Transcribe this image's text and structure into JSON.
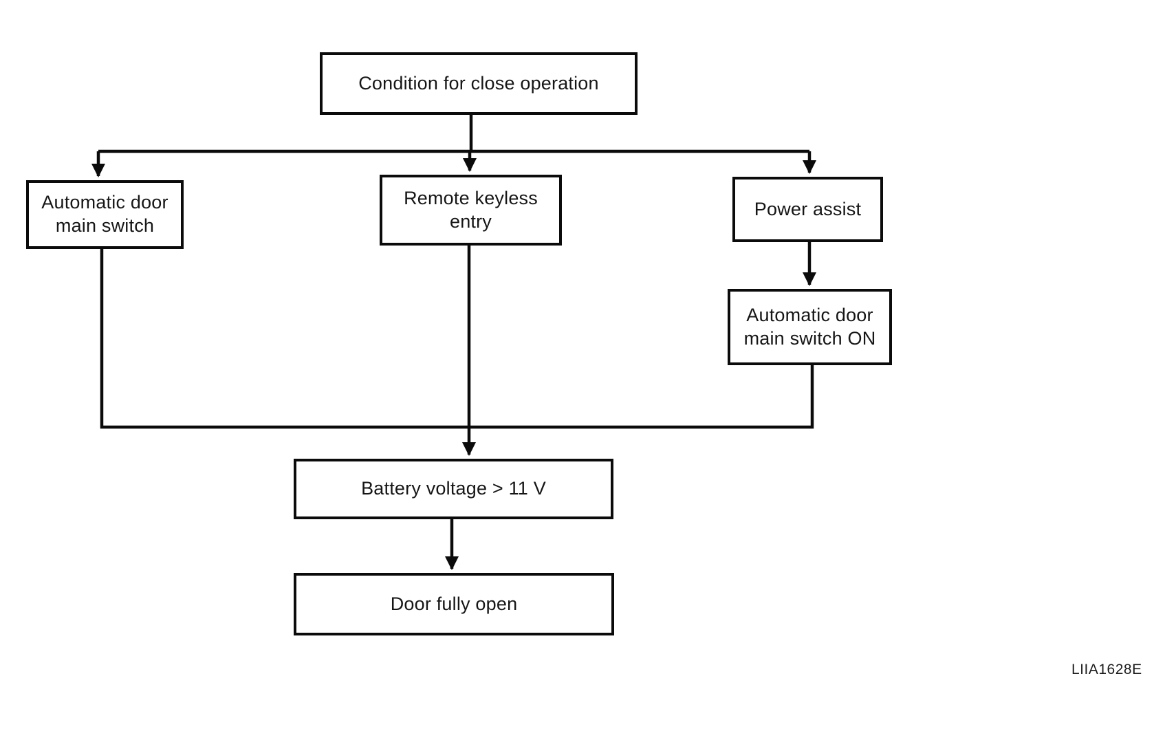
{
  "diagram": {
    "type": "flowchart",
    "figure_code": "LIIA1628E",
    "colors": {
      "background": "#ffffff",
      "line": "#0b0b0b",
      "box_border": "#0b0b0b",
      "text": "#161616"
    },
    "nodes": {
      "root": {
        "label": "Condition for close operation"
      },
      "auto_main_switch": {
        "label": "Automatic door main switch"
      },
      "remote_keyless": {
        "label": "Remote keyless entry"
      },
      "power_assist": {
        "label": "Power assist"
      },
      "main_switch_on": {
        "label": "Automatic door main switch ON"
      },
      "battery_voltage": {
        "label": "Battery voltage > 11 V"
      },
      "door_fully_open": {
        "label": "Door fully open"
      }
    },
    "edges": [
      {
        "from": "root",
        "to": "auto_main_switch"
      },
      {
        "from": "root",
        "to": "remote_keyless"
      },
      {
        "from": "root",
        "to": "power_assist"
      },
      {
        "from": "power_assist",
        "to": "main_switch_on"
      },
      {
        "from": "auto_main_switch",
        "to": "battery_voltage"
      },
      {
        "from": "remote_keyless",
        "to": "battery_voltage"
      },
      {
        "from": "main_switch_on",
        "to": "battery_voltage"
      },
      {
        "from": "battery_voltage",
        "to": "door_fully_open"
      }
    ]
  }
}
